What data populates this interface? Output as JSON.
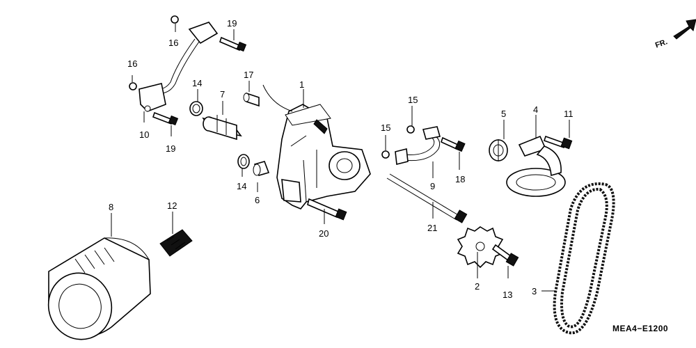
{
  "diagram": {
    "drawing_code": "MEA4−E1200",
    "front_marker": "FR.",
    "callouts": [
      "1",
      "2",
      "3",
      "4",
      "5",
      "6",
      "7",
      "8",
      "9",
      "10",
      "11",
      "12",
      "13",
      "14",
      "14",
      "15",
      "15",
      "16",
      "16",
      "17",
      "18",
      "19",
      "19",
      "20",
      "21"
    ]
  }
}
